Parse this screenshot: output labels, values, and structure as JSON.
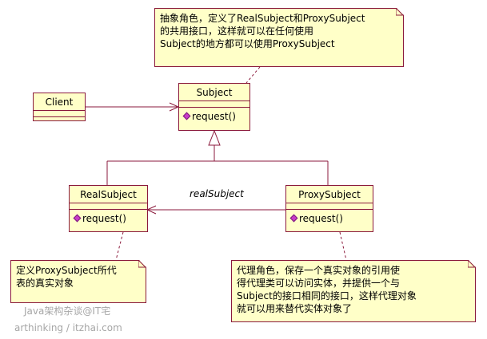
{
  "classes": {
    "client": {
      "name": "Client"
    },
    "subject": {
      "name": "Subject",
      "operation": "request()"
    },
    "real_subject": {
      "name": "RealSubject",
      "operation": "request()"
    },
    "proxy_subject": {
      "name": "ProxySubject",
      "operation": "request()"
    }
  },
  "association_label": "realSubject",
  "notes": {
    "subject_note": [
      "抽象角色，定义了RealSubject和ProxySubject",
      "的共用接口，这样就可以在任何使用",
      "Subject的地方都可以使用ProxySubject"
    ],
    "real_note": [
      "定义ProxySubject所代",
      "表的真实对象"
    ],
    "proxy_note": [
      "代理角色，保存一个真实对象的引用使",
      "得代理类可以访问实体，并提供一个与",
      "Subject的接口相同的接口，这样代理对象",
      "就可以用来替代实体对象了"
    ]
  },
  "watermark": {
    "line1": "Java架构杂谈@IT宅",
    "line2": "arthinking / itzhai.com"
  },
  "colors": {
    "box_fill": "#ffffc8",
    "border": "#8b1a3c",
    "connector": "#8b1a3c",
    "op_icon": "#c83cc8"
  }
}
